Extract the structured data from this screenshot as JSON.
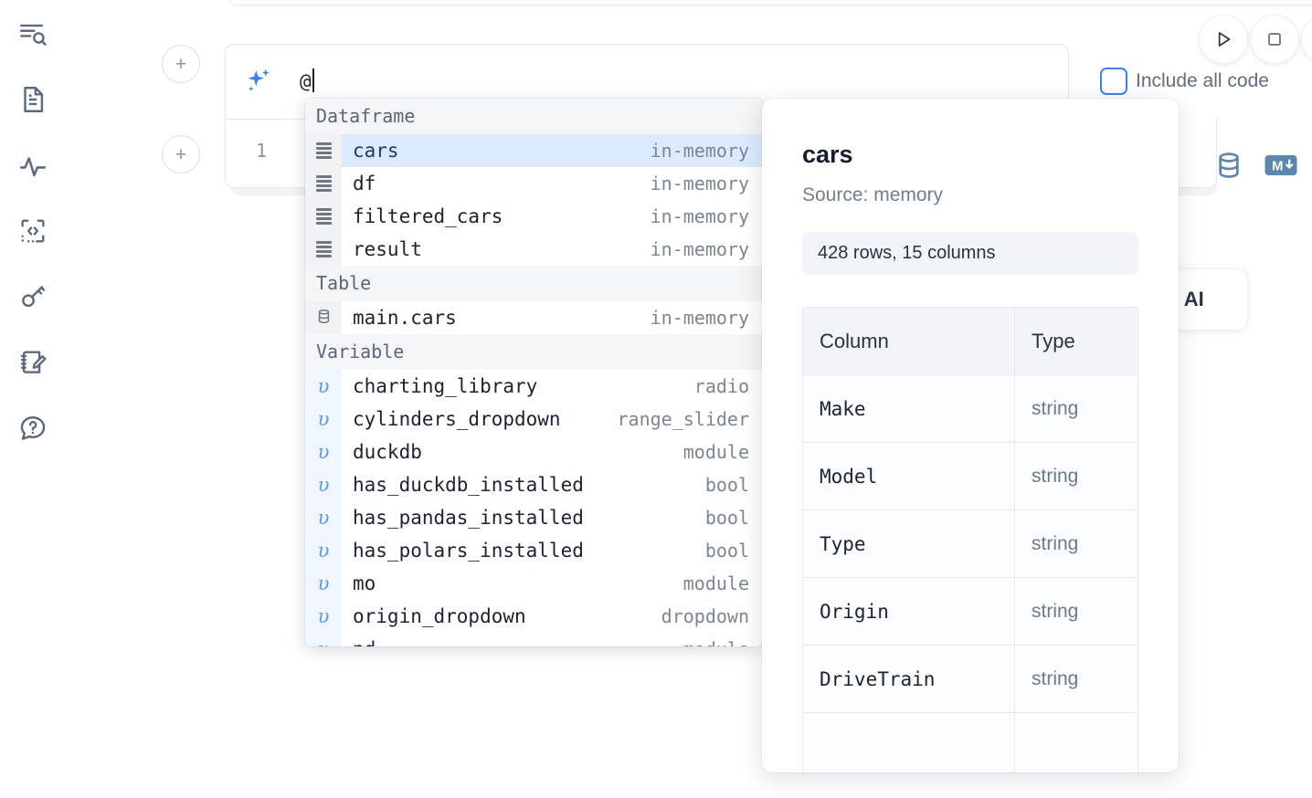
{
  "rail": {
    "items": [
      {
        "name": "explore-search-icon",
        "label": "Explore"
      },
      {
        "name": "notebook-file-icon",
        "label": "Notebook"
      },
      {
        "name": "activity-icon",
        "label": "Activity"
      },
      {
        "name": "snippets-code-icon",
        "label": "Snippets"
      },
      {
        "name": "secrets-key-icon",
        "label": "Secrets"
      },
      {
        "name": "scratchpad-edit-icon",
        "label": "Scratchpad"
      },
      {
        "name": "help-question-icon",
        "label": "Help"
      }
    ]
  },
  "toolbar": {
    "run_label": "Run",
    "stop_label": "Stop",
    "more_label": "More"
  },
  "ai_prompt": {
    "icon": "sparkles-icon",
    "value": "@",
    "placeholder": "",
    "include_all_code_label": "Include all code",
    "include_all_code_checked": false
  },
  "cell": {
    "line_number": "1",
    "icons": [
      {
        "name": "database-icon",
        "label": "SQL cell"
      },
      {
        "name": "markdown-icon",
        "label": "Markdown cell"
      }
    ]
  },
  "ai_card": {
    "label": "h AI"
  },
  "autocomplete": {
    "groups": [
      {
        "label": "Dataframe",
        "icon": "dataframe-rows-icon",
        "kind": "dataframe",
        "items": [
          {
            "name": "cars",
            "type": "in-memory",
            "selected": true
          },
          {
            "name": "df",
            "type": "in-memory",
            "selected": false
          },
          {
            "name": "filtered_cars",
            "type": "in-memory",
            "selected": false
          },
          {
            "name": "result",
            "type": "in-memory",
            "selected": false
          }
        ]
      },
      {
        "label": "Table",
        "icon": "database-icon",
        "kind": "table",
        "items": [
          {
            "name": "main.cars",
            "type": "in-memory",
            "selected": false
          }
        ]
      },
      {
        "label": "Variable",
        "icon": "variable-upsilon-icon",
        "kind": "variable",
        "items": [
          {
            "name": "charting_library",
            "type": "radio",
            "selected": false
          },
          {
            "name": "cylinders_dropdown",
            "type": "range_slider",
            "selected": false
          },
          {
            "name": "duckdb",
            "type": "module",
            "selected": false
          },
          {
            "name": "has_duckdb_installed",
            "type": "bool",
            "selected": false
          },
          {
            "name": "has_pandas_installed",
            "type": "bool",
            "selected": false
          },
          {
            "name": "has_polars_installed",
            "type": "bool",
            "selected": false
          },
          {
            "name": "mo",
            "type": "module",
            "selected": false
          },
          {
            "name": "origin_dropdown",
            "type": "dropdown",
            "selected": false
          },
          {
            "name": "pd",
            "type": "module",
            "selected": false
          }
        ]
      }
    ]
  },
  "documentation": {
    "title": "cars",
    "source": "Source: memory",
    "shape": "428 rows, 15 columns",
    "table": {
      "headers": [
        "Column",
        "Type"
      ],
      "rows": [
        [
          "Make",
          "string"
        ],
        [
          "Model",
          "string"
        ],
        [
          "Type",
          "string"
        ],
        [
          "Origin",
          "string"
        ],
        [
          "DriveTrain",
          "string"
        ],
        [
          "",
          ""
        ]
      ]
    }
  },
  "colors": {
    "accent": "#3b82f6",
    "selection": "#dbeafe",
    "icon_strip": "#f1f2f4",
    "variable_strip": "#eff6ff",
    "group_header": "#f4f5f7",
    "text_primary": "#1b2233",
    "text_muted": "#7b8694"
  }
}
